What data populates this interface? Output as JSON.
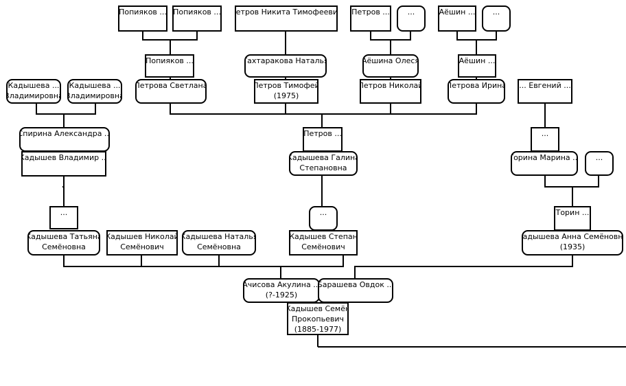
{
  "nodes": [
    {
      "id": "pop1",
      "lines": [
        "Попияков ..."
      ]
    },
    {
      "id": "pop2",
      "lines": [
        "Попияков ..."
      ]
    },
    {
      "id": "petrov_nt",
      "lines": [
        "Петров Никита Тимофеевич"
      ]
    },
    {
      "id": "petrov_top",
      "lines": [
        "Петров ..."
      ]
    },
    {
      "id": "dots_top1",
      "lines": [
        "..."
      ]
    },
    {
      "id": "aeshin_top",
      "lines": [
        "Аёшин ..."
      ]
    },
    {
      "id": "dots_top2",
      "lines": [
        "..."
      ]
    },
    {
      "id": "pop3",
      "lines": [
        "Попияков ..."
      ]
    },
    {
      "id": "takht",
      "lines": [
        "Тахтаракова Наталья"
      ]
    },
    {
      "id": "aeshina_o",
      "lines": [
        "Аёшина Олеся"
      ]
    },
    {
      "id": "aeshin2",
      "lines": [
        "Аёшин ..."
      ]
    },
    {
      "id": "kad_v1",
      "lines": [
        "Кадышева ...",
        "Владимировна"
      ]
    },
    {
      "id": "kad_v2",
      "lines": [
        "Кадышева ...",
        "Владимировна"
      ]
    },
    {
      "id": "petrova_s",
      "lines": [
        "Петрова Светлана"
      ]
    },
    {
      "id": "petrov_t",
      "lines": [
        "Петров Тимофей",
        "(1975)"
      ]
    },
    {
      "id": "petrov_n",
      "lines": [
        "Петров Николай"
      ]
    },
    {
      "id": "petrova_i",
      "lines": [
        "Петрова Ирина"
      ]
    },
    {
      "id": "evgeniy",
      "lines": [
        "... Евгений ..."
      ]
    },
    {
      "id": "spirina",
      "lines": [
        "Спирина Александра ..."
      ]
    },
    {
      "id": "petrov_mid",
      "lines": [
        "Петров ..."
      ]
    },
    {
      "id": "dots_mid",
      "lines": [
        "..."
      ]
    },
    {
      "id": "kad_vlad",
      "lines": [
        "Кадышев Владимир ..."
      ]
    },
    {
      "id": "kad_galina",
      "lines": [
        "Кадышева Галина",
        "Степановна"
      ]
    },
    {
      "id": "torina_m",
      "lines": [
        "Торина Марина ..."
      ]
    },
    {
      "id": "dots_tm",
      "lines": [
        "..."
      ]
    },
    {
      "id": "dots_kt",
      "lines": [
        "..."
      ]
    },
    {
      "id": "dots_ks",
      "lines": [
        "..."
      ]
    },
    {
      "id": "torin",
      "lines": [
        "Торин ..."
      ]
    },
    {
      "id": "kad_tat",
      "lines": [
        "Кадышева Татьяна",
        "Семёновна"
      ]
    },
    {
      "id": "kad_nik",
      "lines": [
        "Кадышев Николай",
        "Семёнович"
      ]
    },
    {
      "id": "kad_nat",
      "lines": [
        "Кадышева Наталья",
        "Семёновна"
      ]
    },
    {
      "id": "kad_step",
      "lines": [
        "Кадышев Степан",
        "Семёнович"
      ]
    },
    {
      "id": "kad_anna",
      "lines": [
        "Кадышева Анна Семёновна",
        "(1935)"
      ]
    },
    {
      "id": "achisova",
      "lines": [
        "Ачисова Акулина ...",
        "(?-1925)"
      ]
    },
    {
      "id": "barasheva",
      "lines": [
        "Барашева Овдок ..."
      ]
    },
    {
      "id": "kad_semen",
      "lines": [
        "Кадышев Семён",
        "Прокопьевич",
        "(1885-1977)"
      ]
    }
  ]
}
